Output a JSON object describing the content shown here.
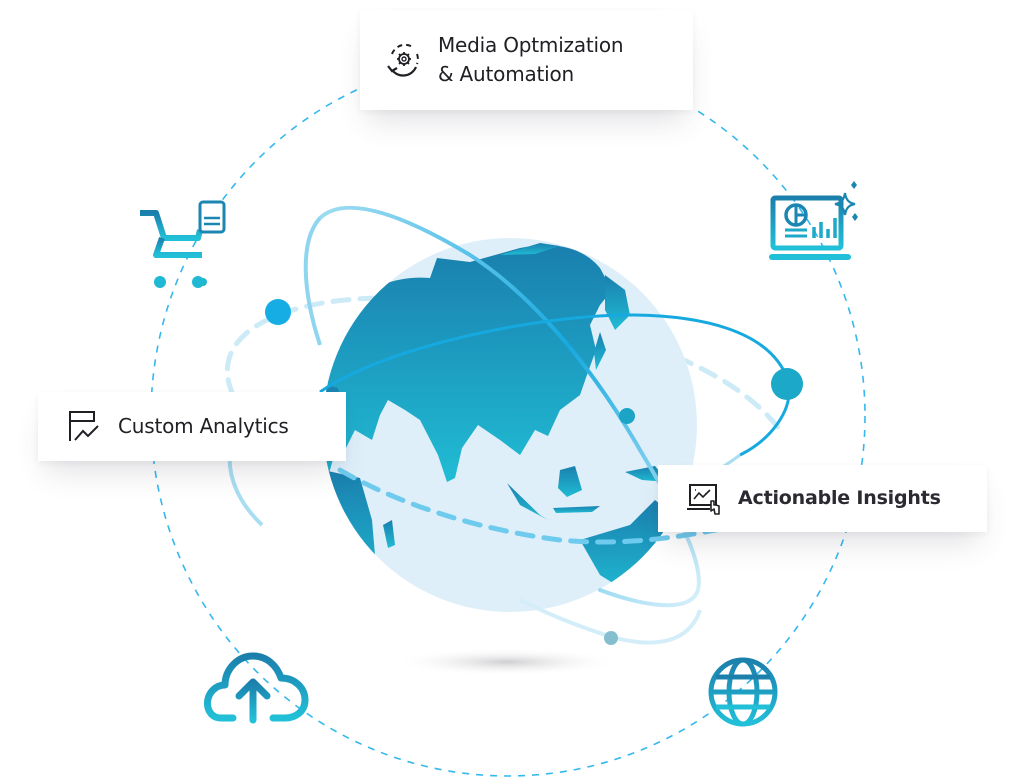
{
  "diagram": {
    "type": "hub-and-orbit illustration",
    "center": "globe",
    "colors": {
      "accent": "#16a9e0",
      "ocean": "#dfeff9",
      "land_top": "#1a85b0",
      "land_bottom": "#1fb6d2",
      "dash": "#34b8ee",
      "icon_top": "#1b7fac",
      "icon_bottom": "#21bdd6"
    }
  },
  "cards": {
    "media": {
      "line1": "Media Optmization",
      "line2": "& Automation",
      "icon": "gear-cycle-icon"
    },
    "custom": {
      "label": "Custom Analytics",
      "icon": "chart-flag-icon"
    },
    "insights": {
      "label": "Actionable Insights",
      "icon": "laptop-chart-pointer-icon"
    }
  },
  "orbit_icons": [
    {
      "name": "shopping-cart-document-icon"
    },
    {
      "name": "dashboard-monitor-sparkle-icon"
    },
    {
      "name": "cloud-upload-icon"
    },
    {
      "name": "globe-grid-icon"
    }
  ]
}
